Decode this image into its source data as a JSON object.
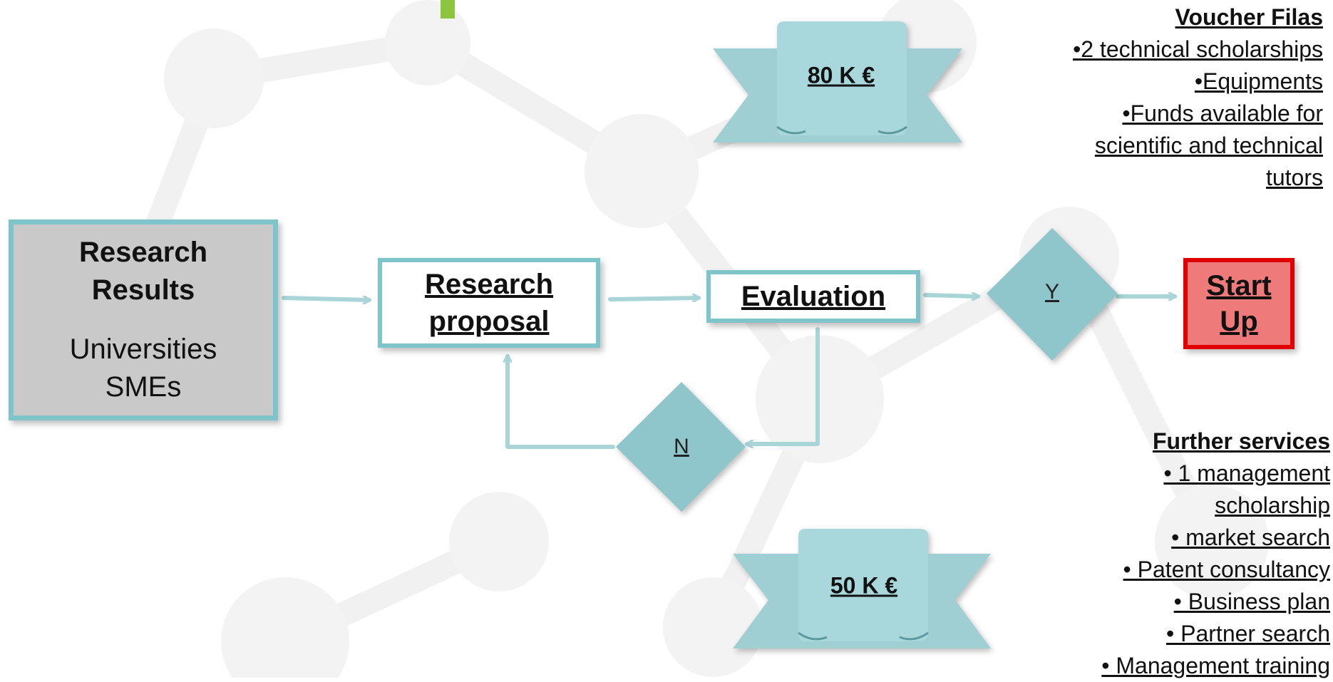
{
  "nodes": {
    "research_results": {
      "title": "Research\nResults",
      "sub": "Universities\nSMEs"
    },
    "research_proposal": {
      "label": "Research\nproposal"
    },
    "evaluation": {
      "label": "Evaluation"
    },
    "start_up": {
      "label": "Start\nUp"
    },
    "decision_yes": {
      "label": "Y"
    },
    "decision_no": {
      "label": "N"
    }
  },
  "ribbons": {
    "top": {
      "label": "80 K €"
    },
    "bottom": {
      "label": "50 K €"
    }
  },
  "voucher": {
    "title": "Voucher Filas",
    "items": [
      "•2 technical scholarships",
      "•Equipments",
      "•Funds available for\nscientific and technical\ntutors"
    ]
  },
  "services": {
    "title": "Further services",
    "items": [
      "• 1 management\nscholarship",
      "• market search",
      "• Patent consultancy",
      "• Business plan",
      "• Partner search",
      "• Management training"
    ]
  },
  "colors": {
    "teal": "#7ec5cb",
    "diamond_fill": "#8fc6cb",
    "ribbon_fill": "#9fcfd3",
    "red": "#e00000",
    "grey_box": "#c9c9c9",
    "accent_green": "#8cc63f"
  }
}
